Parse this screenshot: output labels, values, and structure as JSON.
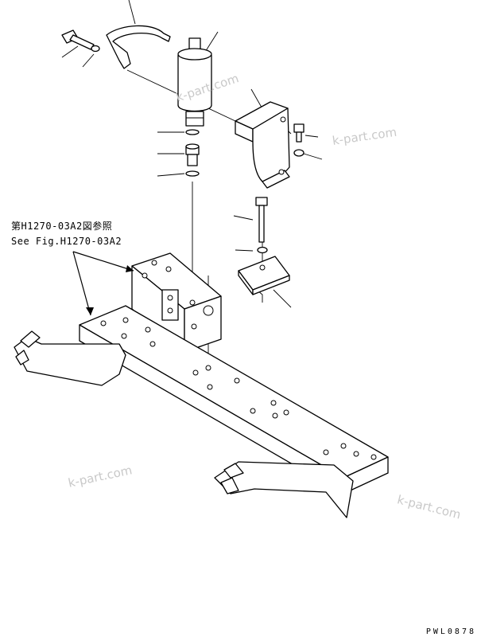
{
  "reference": {
    "japanese": "第H1270-03A2図参照",
    "english": "See Fig.H1270-03A2"
  },
  "watermark": "k-part.com",
  "document_code": "PWL0878",
  "parts": [
    {
      "name": "bolt"
    },
    {
      "name": "washer"
    },
    {
      "name": "band"
    },
    {
      "name": "accumulator"
    },
    {
      "name": "bracket"
    },
    {
      "name": "o-ring"
    },
    {
      "name": "connector"
    },
    {
      "name": "o-ring"
    },
    {
      "name": "bolt"
    },
    {
      "name": "washer"
    },
    {
      "name": "bolt"
    },
    {
      "name": "washer"
    },
    {
      "name": "plate"
    },
    {
      "name": "valve-block"
    },
    {
      "name": "frame"
    }
  ]
}
